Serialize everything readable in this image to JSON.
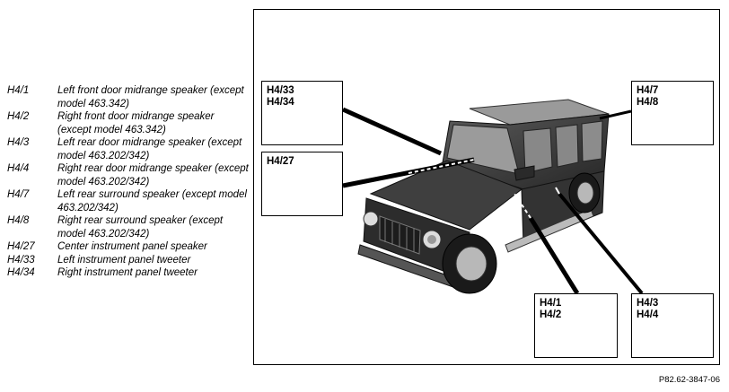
{
  "legend": [
    {
      "code": "H4/1",
      "desc": "Left front door midrange speaker (except model 463.342)"
    },
    {
      "code": "H4/2",
      "desc": "Right front door midrange speaker (except model 463.342)"
    },
    {
      "code": "H4/3",
      "desc": "Left rear door midrange speaker (except model 463.202/342)"
    },
    {
      "code": "H4/4",
      "desc": "Right rear door midrange speaker (except model 463.202/342)"
    },
    {
      "code": "H4/7",
      "desc": "Left rear surround speaker (except model 463.202/342)"
    },
    {
      "code": "H4/8",
      "desc": "Right rear surround speaker (except model 463.202/342)"
    },
    {
      "code": "H4/27",
      "desc": "Center instrument panel speaker"
    },
    {
      "code": "H4/33",
      "desc": "Left instrument panel tweeter"
    },
    {
      "code": "H4/34",
      "desc": "Right instrument panel tweeter"
    }
  ],
  "callouts": {
    "tweeters": [
      "H4/33",
      "H4/34"
    ],
    "center": [
      "H4/27"
    ],
    "surround": [
      "H4/7",
      "H4/8"
    ],
    "front_door": [
      "H4/1",
      "H4/2"
    ],
    "rear_door": [
      "H4/3",
      "H4/4"
    ]
  },
  "reference": "P82.62-3847-06"
}
